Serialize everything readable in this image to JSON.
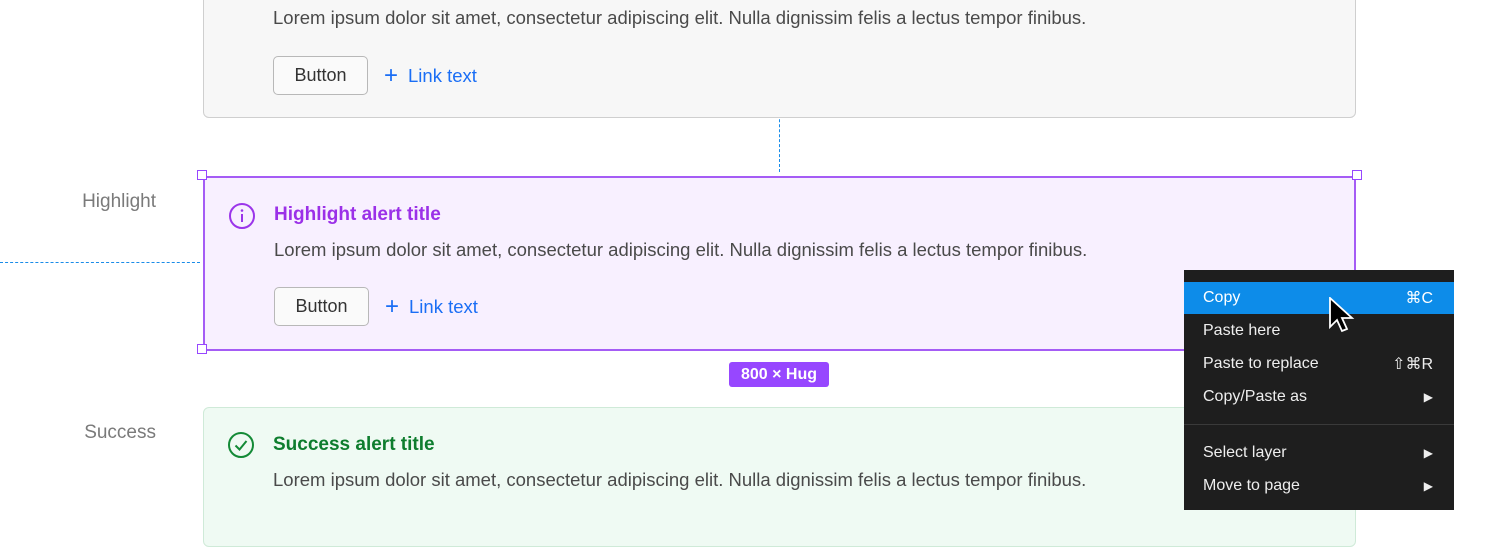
{
  "colors": {
    "highlight": "#9747ff",
    "success": "#138a36",
    "link": "#1a6ef5",
    "menu_active": "#0d8ce9"
  },
  "top_alert": {
    "body": "Lorem ipsum dolor sit amet, consectetur adipiscing elit. Nulla dignissim felis a lectus tempor finibus.",
    "button": "Button",
    "link": "Link text"
  },
  "highlight": {
    "label": "Highlight",
    "title": "Highlight alert title",
    "body": "Lorem ipsum dolor sit amet, consectetur adipiscing elit. Nulla dignissim felis a lectus tempor finibus.",
    "button": "Button",
    "link": "Link text",
    "size_badge": "800 × Hug",
    "icon": "info-icon"
  },
  "success": {
    "label": "Success",
    "title": "Success alert title",
    "body": "Lorem ipsum dolor sit amet, consectetur adipiscing elit. Nulla dignissim felis a lectus tempor finibus.",
    "icon": "check-circle-icon"
  },
  "context_menu": {
    "items": [
      {
        "label": "Copy",
        "shortcut": "⌘C"
      },
      {
        "label": "Paste here",
        "shortcut": ""
      },
      {
        "label": "Paste to replace",
        "shortcut": "⇧⌘R"
      },
      {
        "label": "Copy/Paste as",
        "shortcut": "▶"
      },
      {
        "label": "Select layer",
        "shortcut": "▶"
      },
      {
        "label": "Move to page",
        "shortcut": "▶"
      }
    ]
  }
}
